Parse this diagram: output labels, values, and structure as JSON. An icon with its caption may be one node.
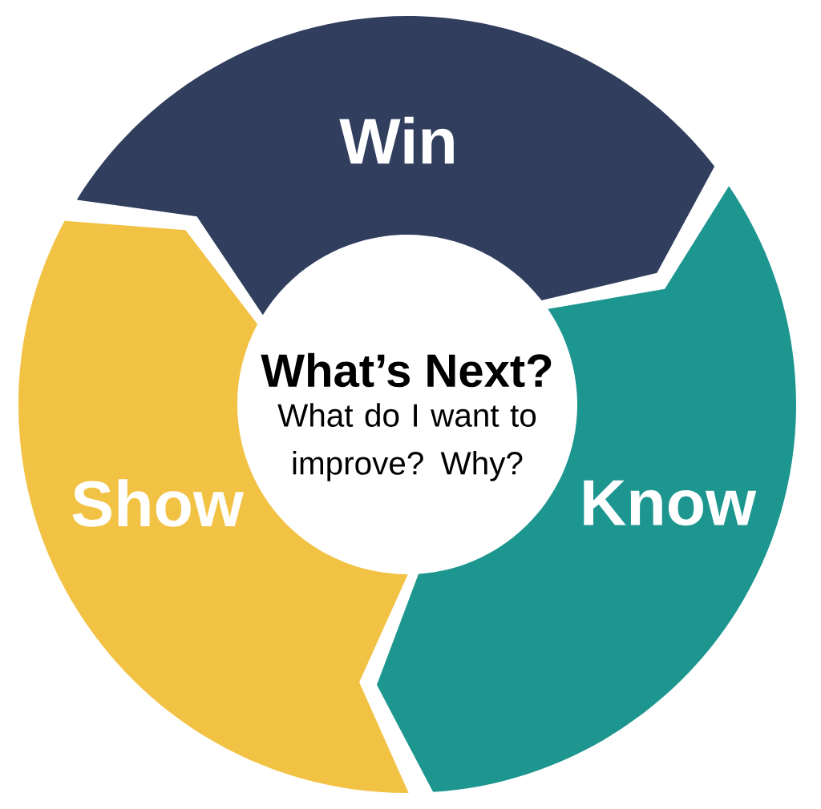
{
  "diagram": {
    "nodes": [
      {
        "text": [
          "Win"
        ]
      },
      {
        "text": [
          "Know"
        ]
      },
      {
        "text": [
          "Show"
        ]
      },
      {
        "text": [
          "What’s Next?",
          "What do I want to improve? Why?"
        ]
      }
    ]
  }
}
